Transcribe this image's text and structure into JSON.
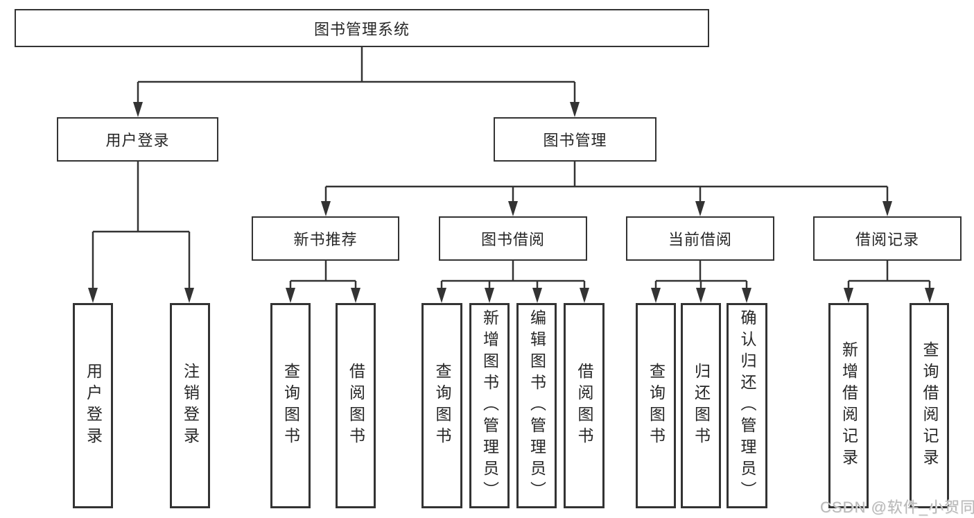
{
  "colors": {
    "background": "#ffffff",
    "line": "#333333",
    "box_border": "#333333",
    "box_fill": "#ffffff",
    "text": "#262626",
    "watermark_text": "#b8b8b8"
  },
  "watermark": {
    "text": "CSDN @软件_小贺同学"
  },
  "tree": {
    "root": {
      "label": "图书管理系统",
      "children": [
        {
          "label": "用户登录",
          "children": [
            {
              "label": "用户登录"
            },
            {
              "label": "注销登录"
            }
          ]
        },
        {
          "label": "图书管理",
          "children": [
            {
              "label": "新书推荐",
              "children": [
                {
                  "label": "查询图书"
                },
                {
                  "label": "借阅图书"
                }
              ]
            },
            {
              "label": "图书借阅",
              "children": [
                {
                  "label": "查询图书"
                },
                {
                  "label": "新增图书（管理员）"
                },
                {
                  "label": "编辑图书（管理员）"
                },
                {
                  "label": "借阅图书"
                }
              ]
            },
            {
              "label": "当前借阅",
              "children": [
                {
                  "label": "查询图书"
                },
                {
                  "label": "归还图书"
                },
                {
                  "label": "确认归还（管理员）"
                }
              ]
            },
            {
              "label": "借阅记录",
              "children": [
                {
                  "label": "新增借阅记录"
                },
                {
                  "label": "查询借阅记录"
                }
              ]
            }
          ]
        }
      ]
    }
  }
}
